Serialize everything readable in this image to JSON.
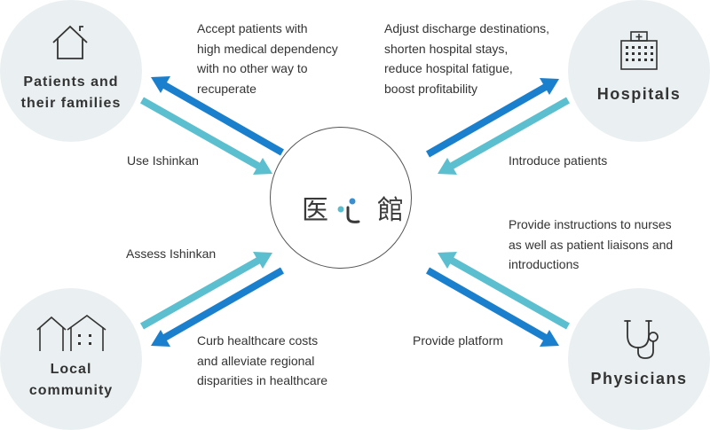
{
  "nodes": {
    "patients": {
      "label_line1": "Patients and",
      "label_line2": "their families",
      "icon": "house-icon"
    },
    "hospitals": {
      "label": "Hospitals",
      "icon": "hospital-building-icon"
    },
    "community": {
      "label_line1": "Local",
      "label_line2": "community",
      "icon": "houses-icon"
    },
    "physicians": {
      "label": "Physicians",
      "icon": "stethoscope-icon"
    }
  },
  "center": {
    "logo_left": "医",
    "logo_right": "館",
    "dot_colors": [
      "#5bbccc",
      "#3a8fd0"
    ]
  },
  "notes": {
    "patients_out": [
      "Accept patients with",
      "high medical dependency",
      "with no other way to",
      "recuperate"
    ],
    "patients_in": "Use Ishinkan",
    "hospitals_out": [
      "Adjust discharge destinations,",
      "shorten hospital stays,",
      "reduce hospital fatigue,",
      "boost profitability"
    ],
    "hospitals_in": "Introduce patients",
    "community_in": "Assess Ishinkan",
    "community_out": [
      "Curb healthcare costs",
      "and alleviate regional",
      "disparities in healthcare"
    ],
    "physicians_in": [
      "Provide instructions to nurses",
      "as well as patient liaisons and",
      "introductions"
    ],
    "physicians_out": "Provide platform"
  },
  "colors": {
    "arrow_dark": "#1a7fcc",
    "arrow_light": "#5bbfcf",
    "node_bg": "#eaf0f1"
  }
}
